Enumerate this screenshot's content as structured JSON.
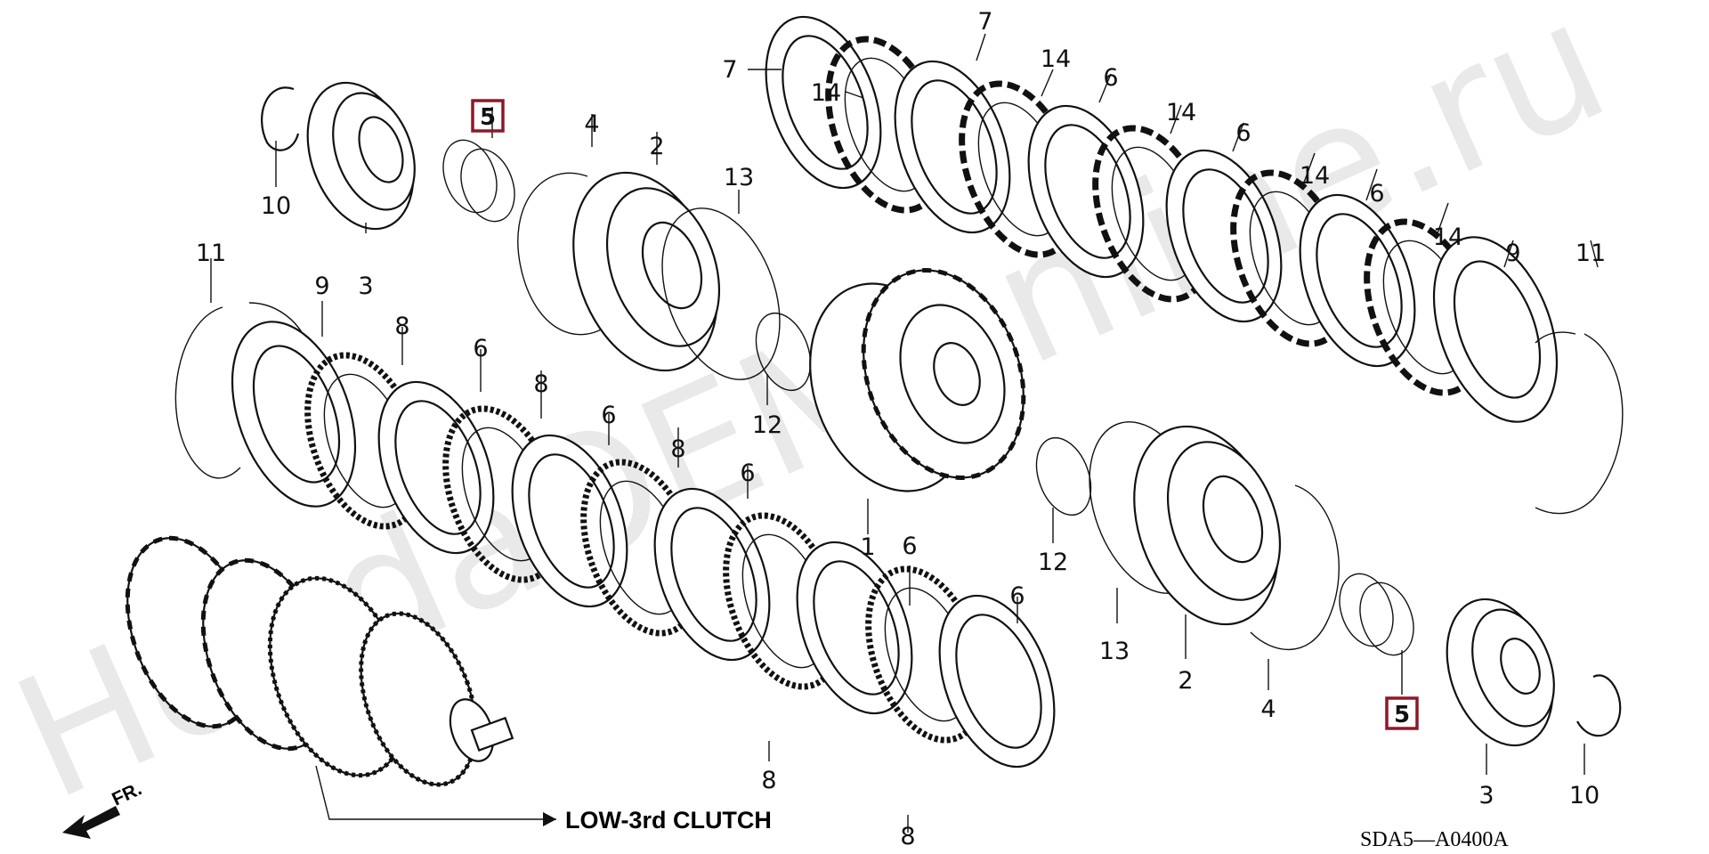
{
  "watermark": "HondaOEMOnline.ru",
  "clutch_label": "LOW-3rd CLUTCH",
  "fr_label": "FR.",
  "diagram_code": "SDA5—A0400A",
  "highlight_color": "#8b1a2b",
  "callouts": {
    "c7a": "7",
    "c7b": "7",
    "c14a": "14",
    "c14b": "14",
    "c14c": "14",
    "c14d": "14",
    "c14e": "14",
    "c6a": "6",
    "c6b": "6",
    "c6c": "6",
    "c6d": "6",
    "c6e": "6",
    "c6f": "6",
    "c6g": "6",
    "c6h": "6",
    "c5a": "5",
    "c5b": "5",
    "c4a": "4",
    "c4b": "4",
    "c2a": "2",
    "c2b": "2",
    "c13a": "13",
    "c13b": "13",
    "c10a": "10",
    "c10b": "10",
    "c3a": "3",
    "c3b": "3",
    "c11a": "11",
    "c11b": "11",
    "c9a": "9",
    "c9b": "9",
    "c8a": "8",
    "c8b": "8",
    "c8c": "8",
    "c8d": "8",
    "c8e": "8",
    "c12a": "12",
    "c12b": "12",
    "c1": "1"
  }
}
